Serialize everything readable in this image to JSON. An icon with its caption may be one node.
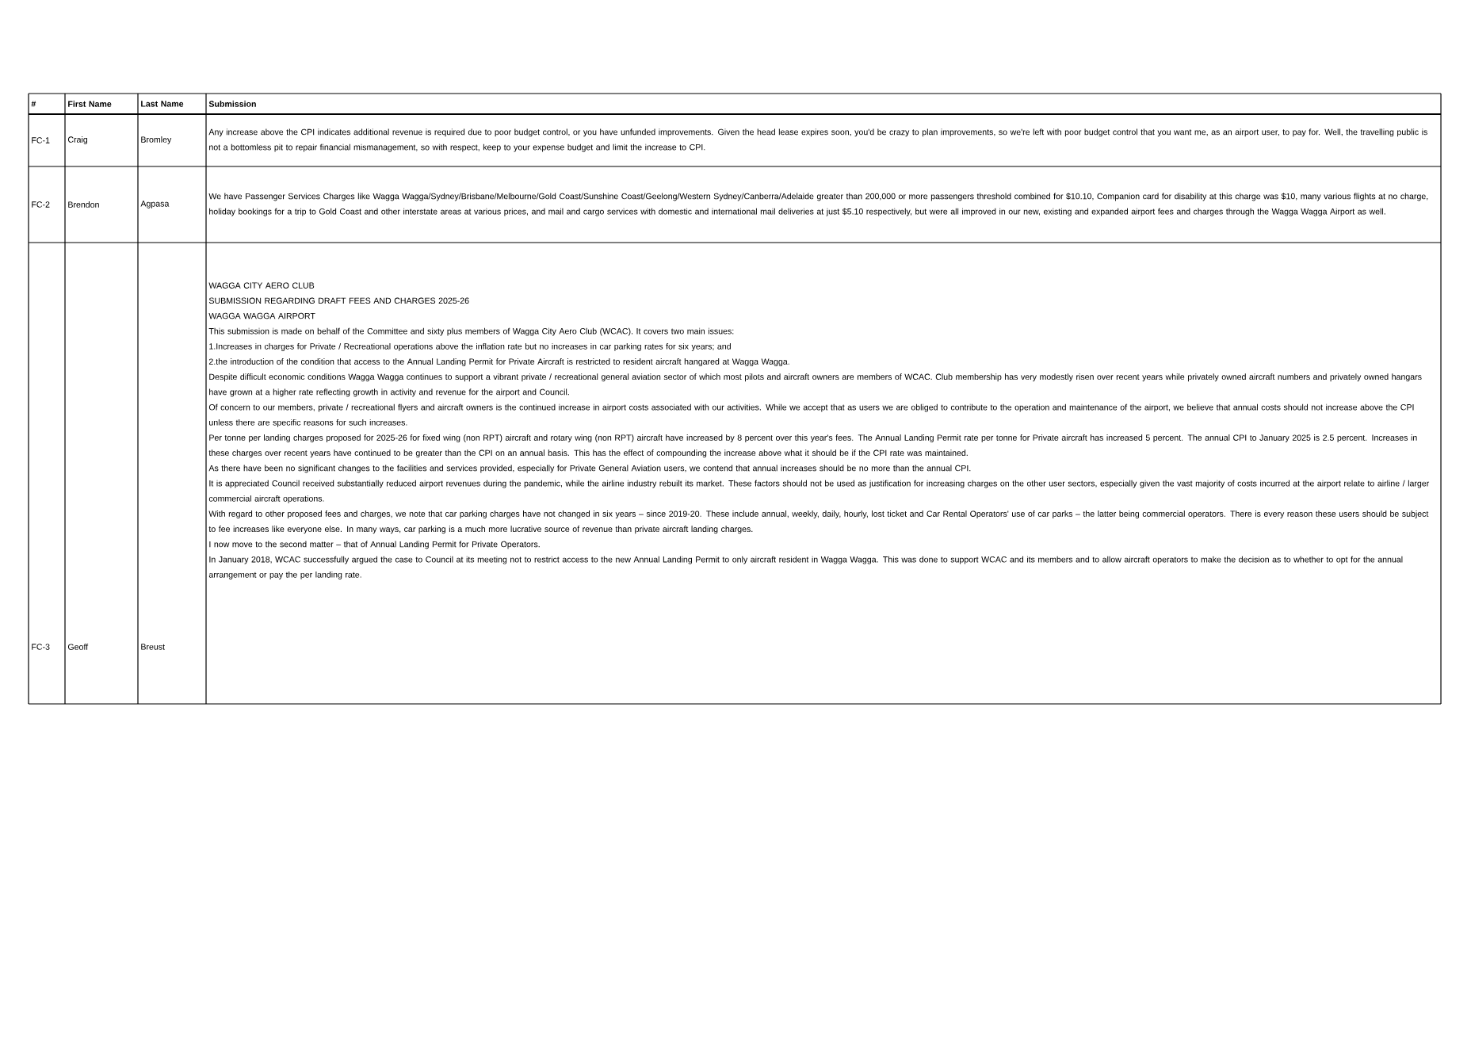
{
  "diagram": {
    "labels": [
      "#",
      "First Name",
      "Last Name",
      "Submission",
      "FC-1",
      "Craig",
      "Bromley",
      "Any increase above the CPI indicates additional revenue is required due to poor budget control, or you have unfunded improvements. Given the head lease expires soon, you'd be crazy to plan improvements, so we're left with poor budget control that you want me, as an airport user, to pay for. Well, the travelling public is not a bottomless pit to repair financial mismanagement, so with respect, keep to your expense budget and limit the increase to CPI.",
      "FC-2",
      "Brendon",
      "Agpasa",
      "We have Passenger Services Charges like Wagga Wagga/Sydney/Brisbane/Melbourne/Gold Coast/Sunshine Coast/Geelong/Western Sydney/Canberra/Adelaide greater than 200,000 or more passengers threshold combined for $10.10, Companion card for disability at this charge was $10, many various flights at no charge, holiday bookings for a trip to Gold Coast and other interstate areas at various prices, and mail and cargo services with domestic and international mail deliveries at just $5.10 respectively, but were all improved in our new, existing and expanded airport fees and charges through the Wagga Wagga Airport as well.",
      "FC-3",
      "Geoff",
      "Breust",
      "WAGGA CITY AERO CLUB",
      "SUBMISSION  REGARDING DRAFT FEES AND CHARGES 2025-26",
      "WAGGA WAGGA AIRPORT",
      "This submission is made on behalf of the Committee and sixty plus members of Wagga City Aero Club (WCAC). It covers two main issues:",
      "1.Increases in charges for Private / Recreational operations above the inflation rate but no increases in car parking rates for six years; and",
      "2.the introduction of the condition that access to the Annual Landing Permit for Private Aircraft is restricted to resident aircraft hangared at Wagga Wagga.",
      "Despite difficult economic conditions Wagga Wagga continues to support a vibrant private / recreational general aviation sector of which most pilots and aircraft owners are members of WCAC. Club membership has very modestly risen over recent years while privately owned aircraft numbers and privately owned hangars have grown at a higher rate reflecting growth in activity and revenue for the airport and Council.",
      "Of concern to our members, private / recreational flyers and aircraft owners is the continued increase in airport costs associated with our activities. While we accept that as users we are obliged to contribute to the operation and maintenance of the airport, we believe that annual costs should not increase above the CPI unless there are specific reasons for such increases.",
      "Per tonne per landing charges proposed for 2025-26 for fixed wing (non RPT) aircraft and rotary wing (non RPT) aircraft have increased by 8 percent over this year's fees. The Annual Landing Permit rate per tonne for Private aircraft has increased 5 percent. The annual CPI to January 2025 is 2.5 percent. Increases in these charges over recent years have continued to be greater than the CPI on an annual basis. This has the effect of compounding the increase above what it should be if the CPI rate was maintained.",
      "As there have been no significant changes to the facilities and services provided, especially for Private General Aviation users, we contend that annual increases should be no more than the annual CPI.",
      "It is appreciated Council received substantially reduced airport revenues during the pandemic, while the airline industry rebuilt its market. These factors should not be used as justification for increasing charges on the other user sectors, especially given the vast majority of costs incurred at the airport relate to airline / larger commercial aircraft operations.",
      "With regard to other proposed fees and charges, we note that car parking charges have not changed in six years – since 2019-20. These include annual, weekly, daily, hourly, lost ticket and Car Rental Operators' use of car parks – the latter being commercial operators. There is every reason these users should be subject to fee increases like everyone else.  In many ways, car parking is a much more lucrative source of revenue than private aircraft landing charges.",
      "I now move to the second matter – that of Annual Landing Permit for Private Operators.",
      "In January 2018, WCAC successfully argued the case to Council at its meeting not to restrict access to the new Annual Landing Permit to only aircraft resident in Wagga Wagga. This was done to support WCAC and its members and to allow aircraft operators to make the decision as to whether to opt for the annual arrangement or pay the per landing rate."
    ]
  }
}
